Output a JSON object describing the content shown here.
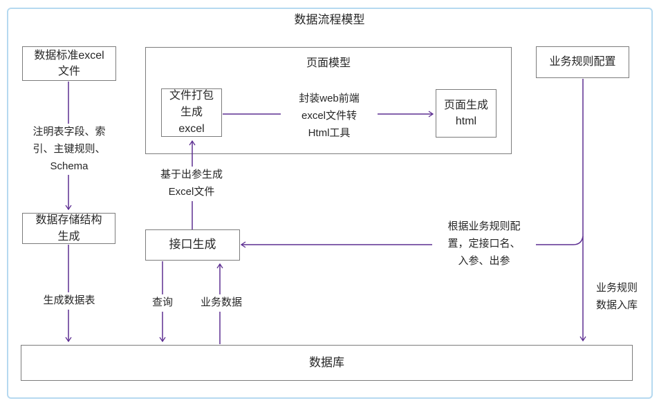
{
  "title": "数据流程模型",
  "colors": {
    "arrow": "#5c2d91",
    "box_border": "#7b7b7b",
    "outer_border": "#b5d9f0",
    "text": "#262626"
  },
  "nodes": {
    "std_excel": "数据标准excel\n文件",
    "page_model": "页面模型",
    "file_pack": "文件打包\n生成\nexcel",
    "page_gen": "页面生成\nhtml",
    "biz_rule_config": "业务规则配置",
    "storage_gen": "数据存储结构\n生成",
    "api_gen": "接口生成",
    "database": "数据库"
  },
  "labels": {
    "annotation": "注明表字段、索\n引、主键规则、\nSchema",
    "gen_table": "生成数据表",
    "pack_from_output": "基于出参生成\nExcel文件",
    "wrap_tool": "封装web前端\nexcel文件转\nHtml工具",
    "query": "查询",
    "biz_data": "业务数据",
    "rule_note": "根据业务规则配\n置，定接口名、\n入参、出参",
    "rule_into_db": "业务规则\n数据入库"
  }
}
